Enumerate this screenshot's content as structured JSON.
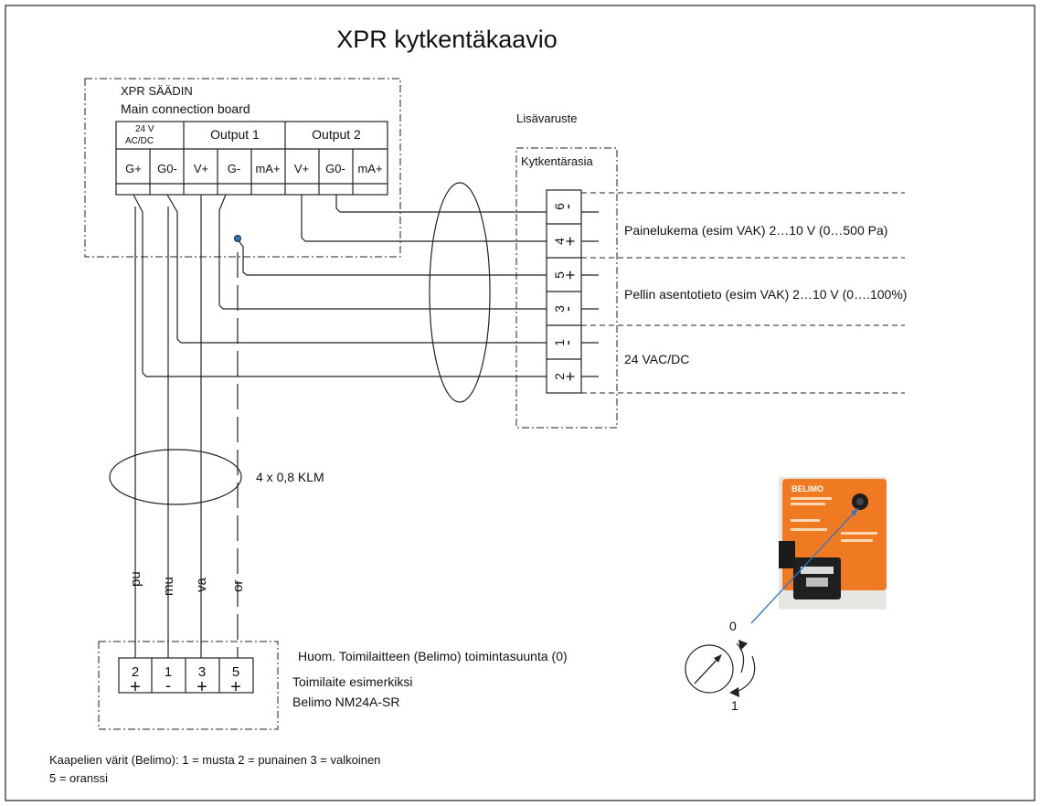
{
  "title": "XPR kytkentäkaavio",
  "controller": {
    "name": "XPR SÄÄDIN",
    "board": "Main connection board",
    "groups": [
      {
        "label": "24 V AC/DC",
        "line1": "24 V",
        "line2": "AC/DC"
      },
      {
        "label": "Output 1"
      },
      {
        "label": "Output 2"
      }
    ],
    "terminals": [
      "G+",
      "G0-",
      "V+",
      "G-",
      "mA+",
      "V+",
      "G0-",
      "mA+"
    ]
  },
  "accessory": {
    "label": "Lisävaruste",
    "box_label": "Kytkentärasia",
    "terminals": [
      {
        "num": "6",
        "sign": "-"
      },
      {
        "num": "4",
        "sign": "+"
      },
      {
        "num": "5",
        "sign": "+"
      },
      {
        "num": "3",
        "sign": "-"
      },
      {
        "num": "1",
        "sign": "-"
      },
      {
        "num": "2",
        "sign": "+"
      }
    ],
    "signals": [
      "Painelukema (esim VAK) 2…10 V (0…500 Pa)",
      "Pellin asentotieto (esim VAK) 2…10 V (0….100%)",
      "24 VAC/DC"
    ]
  },
  "cable": {
    "label": "4 x 0,8 KLM",
    "colors": [
      "pu",
      "mu",
      "va",
      "or"
    ]
  },
  "actuator": {
    "terminals": [
      {
        "num": "2",
        "sign": "+"
      },
      {
        "num": "1",
        "sign": "-"
      },
      {
        "num": "3",
        "sign": "+"
      },
      {
        "num": "5",
        "sign": "+"
      }
    ],
    "note": "Huom. Toimilaitteen (Belimo) toimintasuunta (0)",
    "example_line1": "Toimilaite esimerkiksi",
    "example_line2": "Belimo NM24A-SR",
    "photo_brand": "BELIMO",
    "dial_label_0": "0",
    "dial_label_1": "1"
  },
  "footer": {
    "line1": "Kaapelien värit (Belimo): 1 = musta 2 = punainen 3 = valkoinen",
    "line2": "5 = oranssi"
  },
  "colors": {
    "line": "#222222",
    "accent_blue": "#2f75c9",
    "belimo_orange": "#f07a22"
  }
}
